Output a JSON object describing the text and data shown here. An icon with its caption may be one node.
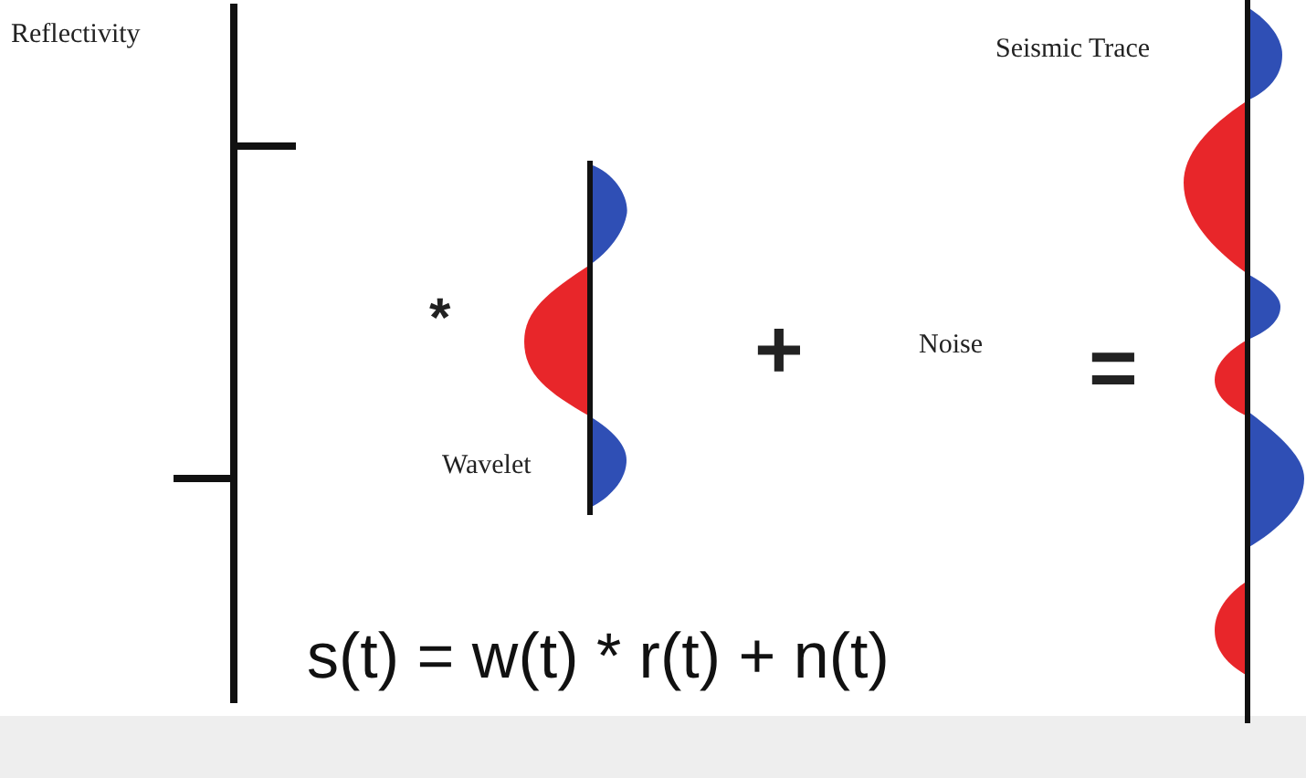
{
  "diagram": {
    "caption": "s(t) = w(t) * r(t) + n(t)",
    "labels": [
      "Reflectivity",
      "Seismic Trace",
      "*",
      "+",
      "Noise",
      "=",
      "Wavelet"
    ]
  }
}
